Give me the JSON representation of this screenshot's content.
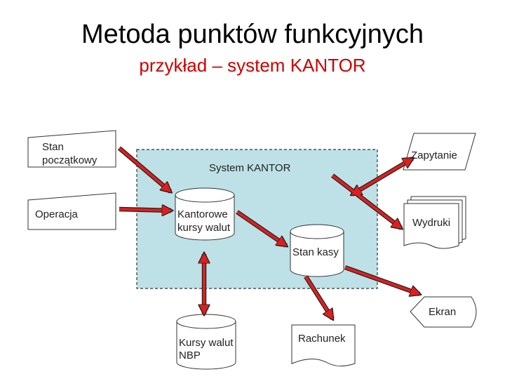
{
  "header": {
    "title": "Metoda punktów funkcyjnych",
    "subtitle": "przykład – system KANTOR"
  },
  "system": {
    "label": "System KANTOR",
    "fill": "#bde1e6"
  },
  "inputs": {
    "initial_state": [
      "Stan",
      "początkowy"
    ],
    "operation": "Operacja",
    "query": "Zapytanie",
    "reports": "Wydruki",
    "screen": "Ekran",
    "bill": "Rachunek"
  },
  "stores": {
    "internal_rates": [
      "Kantorowe",
      "kursy walut"
    ],
    "cash_state": "Stan kasy",
    "nbp_rates": [
      "Kursy walut",
      "NBP"
    ]
  },
  "colors": {
    "arrow": "#dd1f1f",
    "arrow_outline": "#222222",
    "title_accent": "#cc0000"
  }
}
